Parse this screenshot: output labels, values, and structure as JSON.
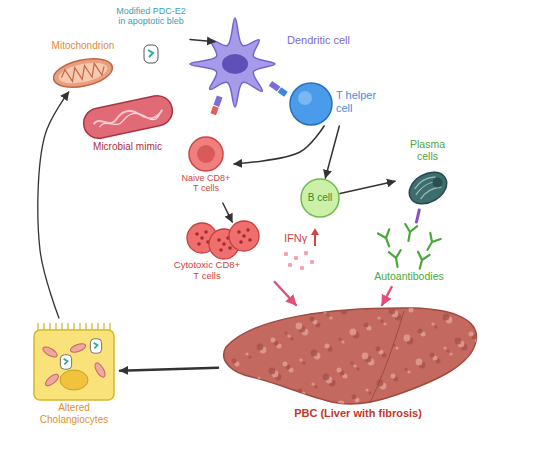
{
  "diagram": {
    "nodes": [
      {
        "text": [
          "Mitochondrion"
        ]
      },
      {
        "text": [
          "Modified PDC-E2 in apoptotic bleb"
        ]
      },
      {
        "text": [
          "Microbial mimic"
        ]
      },
      {
        "text": [
          "Dendritic cell"
        ]
      },
      {
        "text": [
          "T helper cell"
        ]
      },
      {
        "text": [
          "Naive CD8+ T cells"
        ]
      },
      {
        "text": [
          "B cell"
        ]
      },
      {
        "text": [
          "Plasma cells"
        ]
      },
      {
        "text": [
          "Cytotoxic CD8+ T cells",
          "IFNγ"
        ]
      },
      {
        "text": [
          "Autoantibodies"
        ]
      },
      {
        "text": [
          "PBC (Liver with fibrosis)"
        ]
      },
      {
        "text": [
          "Altered Cholangiocytes"
        ]
      }
    ],
    "edges": [
      {
        "from": 11,
        "to": 0,
        "arrow": "to"
      },
      {
        "from": 1,
        "to": 3,
        "arrow": "to"
      },
      {
        "from": 4,
        "to": 5,
        "arrow": "to"
      },
      {
        "from": 4,
        "to": 6,
        "arrow": "to"
      },
      {
        "from": 6,
        "to": 7,
        "arrow": "to"
      },
      {
        "from": 7,
        "to": 9,
        "arrow": "none"
      },
      {
        "from": 5,
        "to": 8,
        "arrow": "to"
      },
      {
        "from": 8,
        "to": 10,
        "arrow": "to"
      },
      {
        "from": 9,
        "to": 10,
        "arrow": "to"
      },
      {
        "from": 10,
        "to": 11,
        "arrow": "to"
      }
    ]
  }
}
